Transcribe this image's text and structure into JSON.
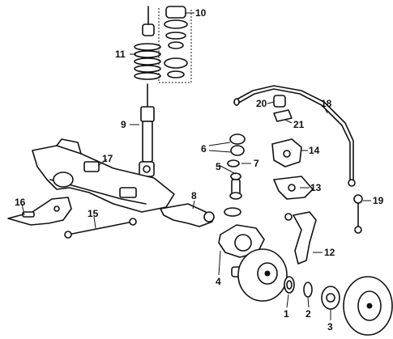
{
  "callouts": [
    "1",
    "2",
    "3",
    "4",
    "5",
    "6",
    "7",
    "8",
    "9",
    "10",
    "11",
    "12",
    "13",
    "14",
    "15",
    "16",
    "17",
    "18",
    "19",
    "20",
    "21"
  ],
  "colors": {
    "ink": "#111111",
    "background": "#ffffff"
  }
}
